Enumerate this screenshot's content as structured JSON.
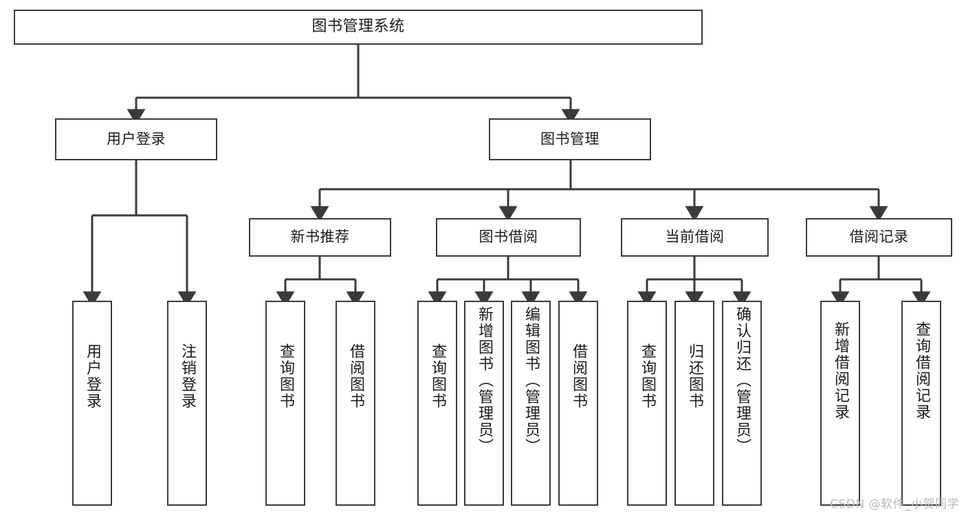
{
  "diagram": {
    "title": "图书管理系统",
    "type": "tree-hierarchy",
    "orientation": "top-down",
    "colors": {
      "node_border": "#3a3a3a",
      "node_fill": "#ffffff",
      "edge": "#3a3a3a",
      "text": "#1b1b1b",
      "watermark": "#b9b9b9"
    }
  },
  "nodes": {
    "root": {
      "label": "图书管理系统"
    },
    "level2": [
      {
        "id": "user-login",
        "label": "用户登录"
      },
      {
        "id": "book-manage",
        "label": "图书管理"
      }
    ],
    "level3": [
      {
        "id": "new-book-recommend",
        "label": "新书推荐"
      },
      {
        "id": "book-borrow",
        "label": "图书借阅"
      },
      {
        "id": "current-borrow",
        "label": "当前借阅"
      },
      {
        "id": "borrow-record",
        "label": "借阅记录"
      }
    ],
    "leaves": [
      {
        "id": "leaf-user-login",
        "label": "用户登录",
        "parent": "user-login"
      },
      {
        "id": "leaf-user-logout",
        "label": "注销登录",
        "parent": "user-login"
      },
      {
        "id": "leaf-query-book-1",
        "label": "查询图书",
        "parent": "new-book-recommend"
      },
      {
        "id": "leaf-borrow-book-1",
        "label": "借阅图书",
        "parent": "new-book-recommend"
      },
      {
        "id": "leaf-query-book-2",
        "label": "查询图书",
        "parent": "book-borrow"
      },
      {
        "id": "leaf-add-book",
        "label": "新增图书（管理员）",
        "parent": "book-borrow"
      },
      {
        "id": "leaf-edit-book",
        "label": "编辑图书（管理员）",
        "parent": "book-borrow"
      },
      {
        "id": "leaf-borrow-book-2",
        "label": "借阅图书",
        "parent": "book-borrow"
      },
      {
        "id": "leaf-query-book-3",
        "label": "查询图书",
        "parent": "current-borrow"
      },
      {
        "id": "leaf-return-book",
        "label": "归还图书",
        "parent": "current-borrow"
      },
      {
        "id": "leaf-confirm-return",
        "label": "确认归还（管理员）",
        "parent": "current-borrow"
      },
      {
        "id": "leaf-add-record",
        "label": "新增借阅记录",
        "parent": "borrow-record"
      },
      {
        "id": "leaf-query-record",
        "label": "查询借阅记录",
        "parent": "borrow-record"
      }
    ]
  },
  "watermark": {
    "text": "CSDN @软件_小贺同学"
  }
}
